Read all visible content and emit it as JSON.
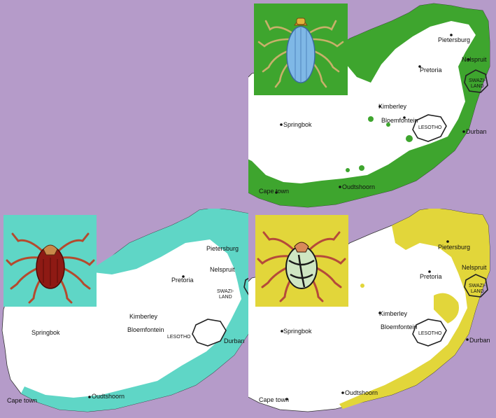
{
  "colors": {
    "background": "#b59bc9",
    "land": "#ffffff",
    "top_right_range": "#3ea52e",
    "bottom_left_range": "#5fd6c6",
    "bottom_right_range": "#e2d63a",
    "top_right_inset": "#3ea52e",
    "bottom_left_inset": "#5fd6c6",
    "bottom_right_inset": "#e2d63a"
  },
  "icons": {
    "top_right": "blue-tick-icon",
    "bottom_left": "red-tick-icon",
    "bottom_right": "ornate-tick-icon"
  },
  "maps": {
    "top_right": {
      "labels": {
        "pietersburg": "Pietersburg",
        "pretoria": "Pretoria",
        "nelspruit": "Nelspruit",
        "swaziland": [
          "SWAZI-",
          "LAND"
        ],
        "kimberley": "Kimberley",
        "bloemfontein": "Bloemfontein",
        "lesotho": "LESOTHO",
        "springbok": "Springbok",
        "durban": "Durban",
        "cape_town": "Cape town",
        "oudtshoorn": "Oudtshoorn"
      }
    },
    "bottom_left": {
      "labels": {
        "pietersburg": "Pietersburg",
        "pretoria": "Pretoria",
        "nelspruit": "Nelspruit",
        "swaziland": [
          "SWAZI-",
          "LAND"
        ],
        "kimberley": "Kimberley",
        "bloemfontein": "Bloemfontein",
        "lesotho": "LESOTHO",
        "springbok": "Springbok",
        "durban": "Durban",
        "cape_town": "Cape town",
        "oudtshoorn": "Oudtshoorn"
      }
    },
    "bottom_right": {
      "labels": {
        "pietersburg": "Pietersburg",
        "pretoria": "Pretoria",
        "nelspruit": "Nelspruit",
        "swaziland": [
          "SWAZI-",
          "LAND"
        ],
        "kimberley": "Kimberley",
        "bloemfontein": "Bloemfontein",
        "lesotho": "LESOTHO",
        "springbok": "Springbok",
        "durban": "Durban",
        "cape_town": "Cape town",
        "oudtshoorn": "Oudtshoorn"
      }
    }
  }
}
